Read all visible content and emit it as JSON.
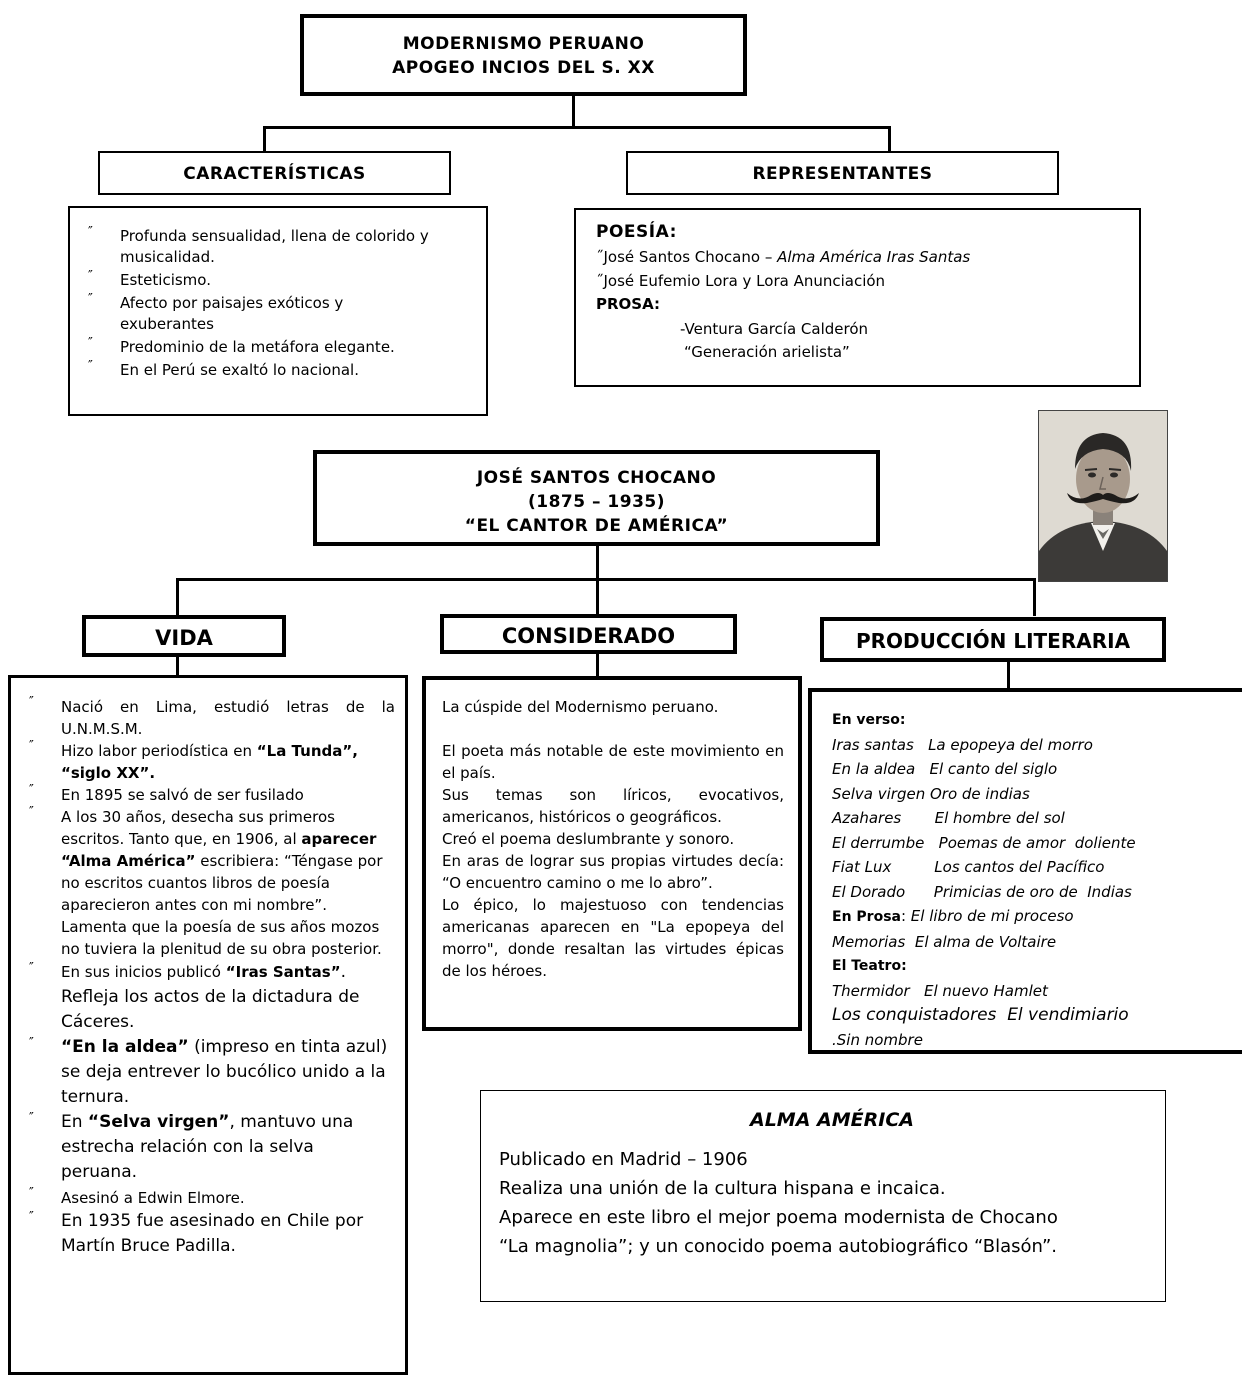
{
  "header": {
    "line1": "MODERNISMO PERUANO",
    "line2": "APOGEO INCIOS DEL S. XX"
  },
  "caracteristicas": {
    "title": "CARACTERÍSTICAS",
    "items": [
      "Profunda sensualidad, llena de colorido y musicalidad.",
      "Esteticismo.",
      "Afecto por paisajes exóticos y exuberantes",
      "Predominio de la metáfora elegante.",
      "En el Perú se exaltó lo nacional."
    ]
  },
  "representantes": {
    "title": "REPRESENTANTES",
    "poesia_label": "POESÍA:",
    "poesia_1_name": "˝José Santos Chocano – ",
    "poesia_1_works": "Alma América Iras Santas",
    "poesia_2": "˝José Eufemio Lora y Lora Anunciación",
    "prosa_label": "PROSA:",
    "prosa_1": "-Ventura García Calderón",
    "prosa_2": "“Generación arielista”"
  },
  "chocano": {
    "name": "JOSÉ SANTOS CHOCANO",
    "years": "(1875 – 1935)",
    "nickname": "“EL CANTOR DE AMÉRICA”"
  },
  "vida": {
    "title": "VIDA",
    "i1": "Nació en Lima, estudió letras de la U.N.M.S.M.",
    "i2a": "Hizo labor periodística en ",
    "i2b": "“La Tunda”, “siglo XX”",
    "i2c": ".",
    "i3": "En 1895 se salvó de ser fusilado",
    "i4a": "A los 30 años, desecha sus primeros escritos. Tanto que, en 1906, al ",
    "i4b": "aparecer “Alma América”",
    "i4c": " escribiera: “Téngase por no escritos cuantos libros de poesía aparecieron antes con mi nombre”. Lamenta que la poesía de sus años mozos no tuviera la plenitud de su obra posterior.",
    "i5a": "En sus inicios publicó ",
    "i5b": "“Iras Santas”",
    "i5c": ". Refleja los actos de la dictadura de Cáceres.",
    "i6a": "“En la aldea”",
    "i6b": " (impreso en tinta azul) se deja entrever lo bucólico unido a la ternura.",
    "i7a": "En ",
    "i7b": "“Selva virgen”",
    "i7c": ", mantuvo una estrecha relación con la selva peruana.",
    "i8": "Asesinó a Edwin Elmore.",
    "i9": "En 1935 fue asesinado en Chile por Martín Bruce Padilla."
  },
  "considerado": {
    "title": "CONSIDERADO",
    "p1": "La cúspide del Modernismo peruano.",
    "p2": "El poeta más notable de este movimiento en el país.",
    "p3": "Sus temas son líricos, evocativos, americanos, históricos o geográficos.",
    "p4": "Creó el poema deslumbrante y sonoro.",
    "p5": "En aras de lograr sus propias virtudes decía: “O encuentro camino o me lo abro”.",
    "p6": "Lo épico, lo majestuoso con tendencias americanas aparecen en \"La epopeya del morro\", donde resaltan las virtudes épicas de los héroes."
  },
  "produccion": {
    "title": "PRODUCCIÓN LITERARIA",
    "verso_label": "En verso:",
    "verso": [
      "Iras santas   La epopeya del morro",
      "En la aldea   El canto del siglo",
      "Selva virgen Oro de indias",
      "Azahares       El hombre del sol",
      "El derrumbe   Poemas de amor  doliente",
      "Fiat Lux         Los cantos del Pacífico",
      "El Dorado      Primicias de oro de  Indias"
    ],
    "prosa_label": "En Prosa",
    "prosa_first": "El libro de mi proceso",
    "prosa_second": "Memorias  El alma de Voltaire",
    "teatro_label": "El Teatro:",
    "teatro_1": "Thermidor   El nuevo Hamlet",
    "teatro_2": "Los conquistadores  El vendimiario",
    "teatro_3": ".Sin nombre"
  },
  "alma": {
    "title": "ALMA  AMÉRICA",
    "l1": "Publicado en Madrid – 1906",
    "l2": "Realiza una unión de la cultura hispana e incaica.",
    "l3": "Aparece en este libro el mejor poema modernista de Chocano",
    "l4": "“La magnolia”; y un conocido poema autobiográfico “Blasón”."
  }
}
